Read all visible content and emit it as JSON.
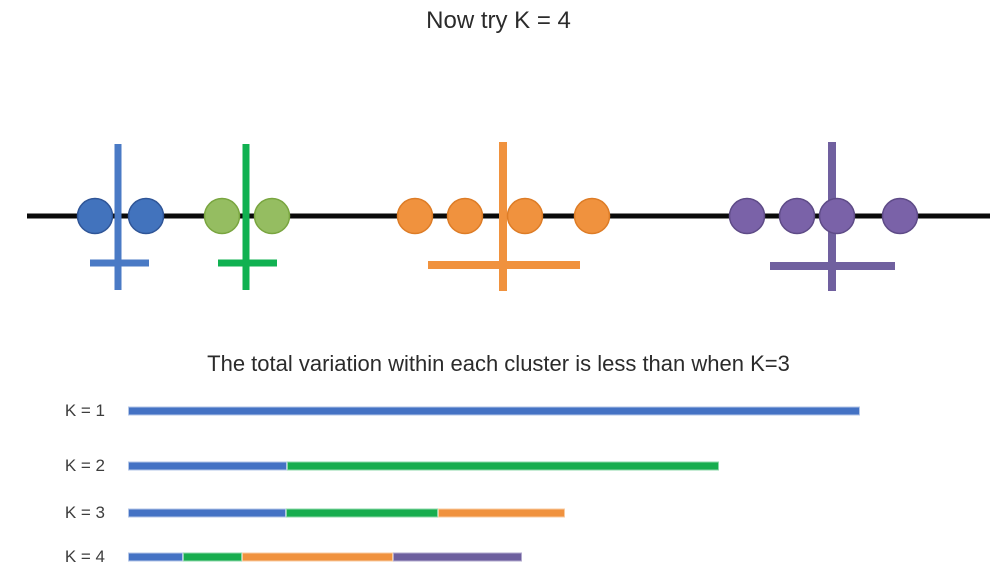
{
  "title": "Now try K = 4",
  "subtitle": "The total variation within each cluster is less than when K=3",
  "diagram": {
    "line": {
      "x1": 27,
      "x2": 990,
      "y": 216,
      "thickness": 5,
      "color": "#0a0a0a"
    },
    "dot_radius": 17.5,
    "clusters": [
      {
        "name": "cluster-1-blue",
        "dot_fill": "#4273bd",
        "dot_stroke": "#2f5597",
        "cross_color": "#4a7ac5",
        "cross_thickness": 7,
        "dots_x": [
          95,
          146
        ],
        "centroid_x": 118,
        "cross_top": 144,
        "cross_bottom": 290,
        "crossbar_y": 263,
        "crossbar_x1": 90,
        "crossbar_x2": 149
      },
      {
        "name": "cluster-2-green",
        "dot_fill": "#95bd61",
        "dot_stroke": "#79a53f",
        "cross_color": "#10b151",
        "cross_thickness": 7,
        "dots_x": [
          222,
          272
        ],
        "centroid_x": 246,
        "cross_top": 144,
        "cross_bottom": 290,
        "crossbar_y": 263,
        "crossbar_x1": 218,
        "crossbar_x2": 277
      },
      {
        "name": "cluster-3-orange",
        "dot_fill": "#f0923e",
        "dot_stroke": "#dd7c26",
        "cross_color": "#f0923e",
        "cross_thickness": 8,
        "dots_x": [
          415,
          465,
          525,
          592
        ],
        "centroid_x": 503,
        "cross_top": 142,
        "cross_bottom": 291,
        "crossbar_y": 265,
        "crossbar_x1": 428,
        "crossbar_x2": 580
      },
      {
        "name": "cluster-4-purple",
        "dot_fill": "#7a62a8",
        "dot_stroke": "#5e4b87",
        "cross_color": "#70609f",
        "cross_thickness": 8,
        "dots_x": [
          747,
          797,
          837,
          900
        ],
        "centroid_x": 832,
        "cross_top": 142,
        "cross_bottom": 291,
        "crossbar_y": 266,
        "crossbar_x1": 770,
        "crossbar_x2": 895
      }
    ]
  },
  "chart_data": {
    "type": "bar",
    "orientation": "horizontal-stacked",
    "title": "The total variation within each cluster is less than when K=3",
    "categories": [
      "K = 1",
      "K = 2",
      "K = 3",
      "K = 4"
    ],
    "value_unit": "relative total within-cluster variation (bar length, px)",
    "series": [
      {
        "name": "cluster-1-blue",
        "short": "blue",
        "color": "#4472c4",
        "border": "#b3c6e7",
        "values": [
          732,
          159,
          158,
          55
        ]
      },
      {
        "name": "cluster-2-green",
        "short": "green",
        "color": "#17ad4e",
        "border": "#8cd8aa",
        "values": [
          0,
          432,
          152,
          59
        ]
      },
      {
        "name": "cluster-3-orange",
        "short": "orange",
        "color": "#f0923e",
        "border": "#f8cba0",
        "values": [
          0,
          0,
          127,
          151
        ]
      },
      {
        "name": "cluster-4-purple",
        "short": "purple",
        "color": "#6d5f9e",
        "border": "#b1a8cd",
        "values": [
          0,
          0,
          0,
          129
        ]
      }
    ],
    "totals": [
      732,
      591,
      437,
      394
    ],
    "axes": "none",
    "gridlines": "none",
    "legend": "none"
  }
}
